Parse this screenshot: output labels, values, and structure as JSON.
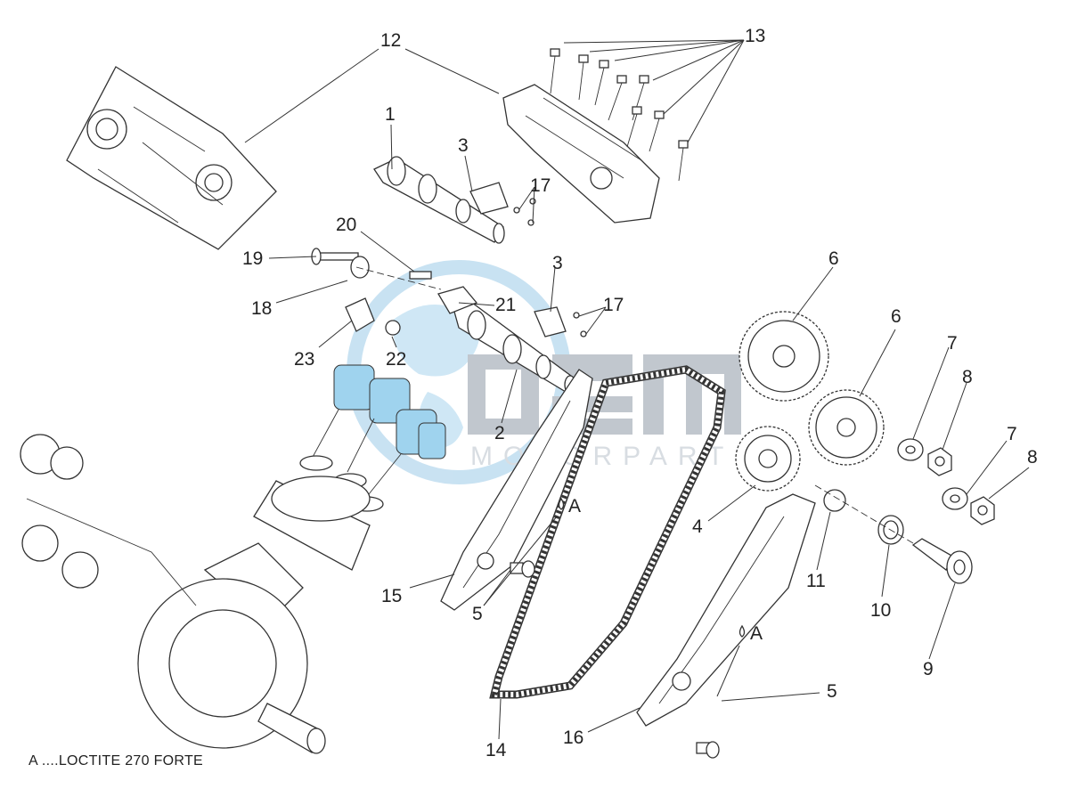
{
  "note": "A ....LOCTITE 270 FORTE",
  "watermark": {
    "text": "MOTORPARTS",
    "colors": {
      "globe": "#6ab4e0",
      "letters": "#8a97a6"
    }
  },
  "callouts": [
    {
      "id": "c12",
      "label": "12"
    },
    {
      "id": "c13",
      "label": "13"
    },
    {
      "id": "c1",
      "label": "1"
    },
    {
      "id": "c3a",
      "label": "3"
    },
    {
      "id": "c17a",
      "label": "17"
    },
    {
      "id": "c20",
      "label": "20"
    },
    {
      "id": "c19",
      "label": "19"
    },
    {
      "id": "c18",
      "label": "18"
    },
    {
      "id": "c3b",
      "label": "3"
    },
    {
      "id": "c21",
      "label": "21"
    },
    {
      "id": "c17b",
      "label": "17"
    },
    {
      "id": "c6a",
      "label": "6"
    },
    {
      "id": "c6b",
      "label": "6"
    },
    {
      "id": "c7a",
      "label": "7"
    },
    {
      "id": "c8a",
      "label": "8"
    },
    {
      "id": "c7b",
      "label": "7"
    },
    {
      "id": "c8b",
      "label": "8"
    },
    {
      "id": "c23",
      "label": "23"
    },
    {
      "id": "c22",
      "label": "22"
    },
    {
      "id": "c2",
      "label": "2"
    },
    {
      "id": "c4",
      "label": "4"
    },
    {
      "id": "c11",
      "label": "11"
    },
    {
      "id": "c10",
      "label": "10"
    },
    {
      "id": "c9",
      "label": "9"
    },
    {
      "id": "c15",
      "label": "15"
    },
    {
      "id": "c5a",
      "label": "5"
    },
    {
      "id": "cAa",
      "label": "A"
    },
    {
      "id": "cAb",
      "label": "A"
    },
    {
      "id": "c5b",
      "label": "5"
    },
    {
      "id": "c14",
      "label": "14"
    },
    {
      "id": "c16",
      "label": "16"
    }
  ]
}
